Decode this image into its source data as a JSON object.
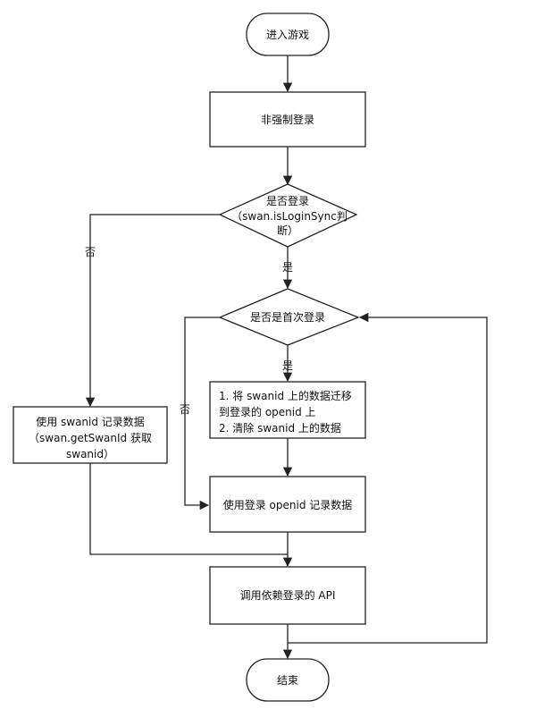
{
  "nodes": {
    "start": {
      "lines": [
        "进入游戏"
      ]
    },
    "non_forced_login": {
      "lines": [
        "非强制登录"
      ]
    },
    "is_logged_in": {
      "lines": [
        "是否登录",
        "（swan.isLoginSync判",
        "断）"
      ]
    },
    "is_first_login": {
      "lines": [
        "是否是首次登录"
      ]
    },
    "migrate_data": {
      "lines": [
        "1. 将 swanid 上的数据迁移",
        "到登录的 openid 上",
        "2. 清除 swanid 上的数据"
      ]
    },
    "use_swanid": {
      "lines": [
        "使用 swanid 记录数据",
        "（swan.getSwanId 获取",
        "swanid）"
      ]
    },
    "use_openid": {
      "lines": [
        "使用登录 openid 记录数据"
      ]
    },
    "call_api": {
      "lines": [
        "调用依赖登录的 API"
      ]
    },
    "end": {
      "lines": [
        "结束"
      ]
    }
  },
  "edge_labels": {
    "logged_in_yes": "是",
    "logged_in_no": "否",
    "first_login_yes": "是",
    "first_login_no": "否"
  }
}
